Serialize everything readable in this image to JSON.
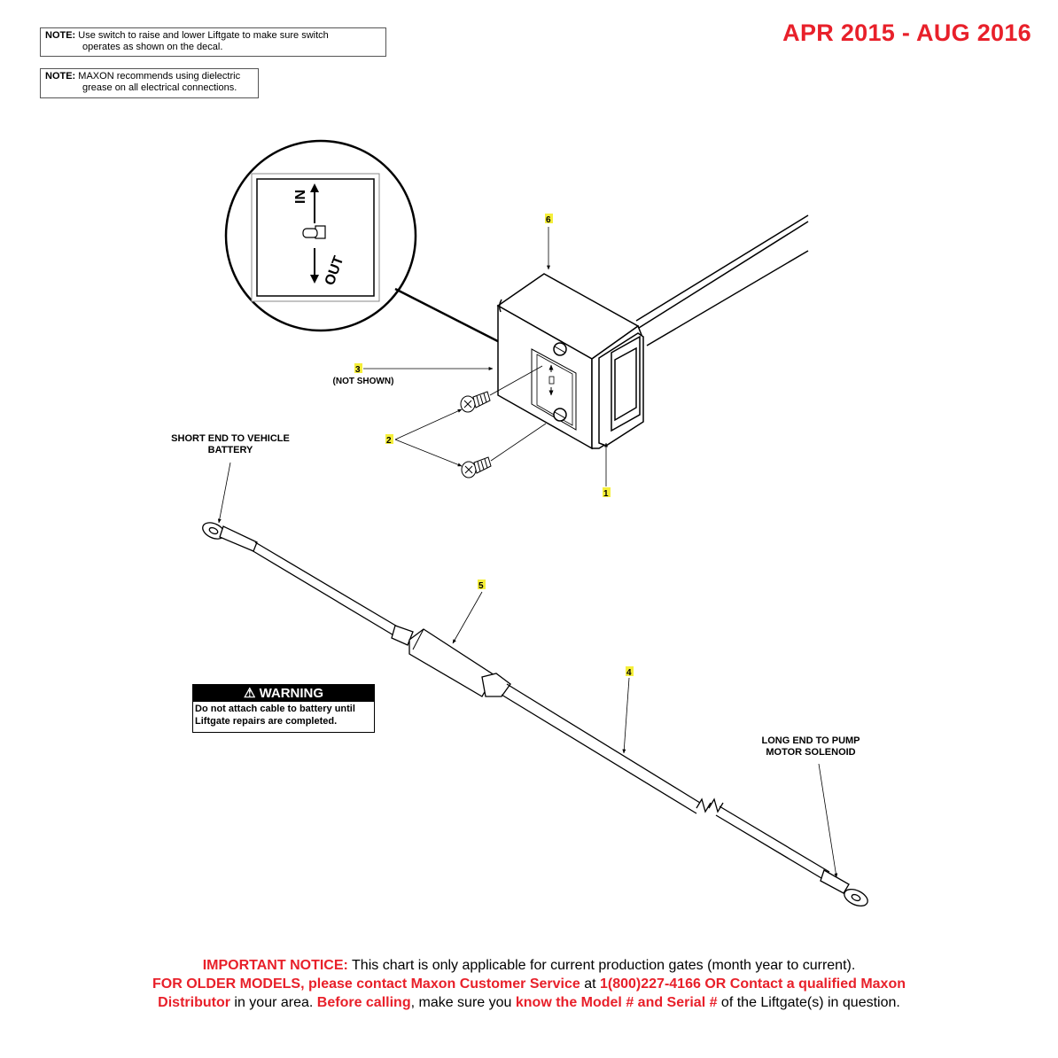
{
  "header": {
    "date_range": "APR 2015 - AUG 2016"
  },
  "notes": [
    {
      "label": "NOTE:",
      "line1": "Use switch to raise and lower Liftgate to make sure switch",
      "line2": "operates as shown on the decal."
    },
    {
      "label": "NOTE:",
      "line1": "MAXON recommends using dielectric",
      "line2": "grease on all electrical connections."
    }
  ],
  "detail_decal": {
    "in_label": "IN",
    "out_label": "OUT"
  },
  "callouts": {
    "c1": "1",
    "c2": "2",
    "c3": "3",
    "c4": "4",
    "c5": "5",
    "c6": "6"
  },
  "part_labels": {
    "not_shown": "(NOT SHOWN)",
    "short_end_line1": "SHORT END TO VEHICLE",
    "short_end_line2": "BATTERY",
    "long_end_line1": "LONG END TO PUMP",
    "long_end_line2": "MOTOR SOLENOID"
  },
  "warning": {
    "title": "WARNING",
    "line1": "Do not attach cable to battery until",
    "line2": "Liftgate repairs are completed."
  },
  "notice": {
    "important_label": "IMPORTANT NOTICE:",
    "important_text": " This chart is only applicable for current production gates (month year to current).",
    "older_label": "FOR OLDER MODELS, please contact Maxon Customer Service",
    "older_at": " at ",
    "phone_text": "1(800)227-4166 OR Contact a qualified Maxon",
    "distributor_label": "Distributor",
    "area_text": " in your area. ",
    "before_label": "Before calling",
    "make_sure_text": ", make sure you ",
    "know_label": "know the Model # and Serial #",
    "tail_text": " of the Liftgate(s) in question."
  },
  "colors": {
    "accent_red": "#e8202a",
    "callout_highlight": "#f5ef3a"
  }
}
